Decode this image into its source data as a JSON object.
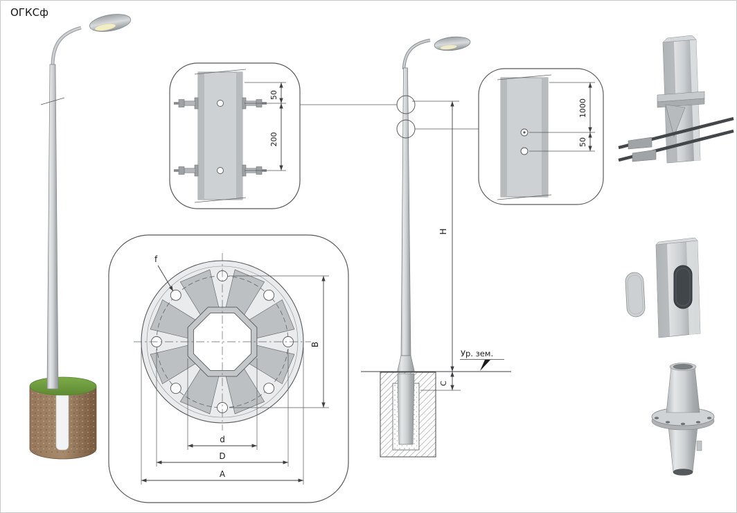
{
  "title": "ОГКСф",
  "colors": {
    "line": "#444444",
    "metal_light": "#e8eaec",
    "metal_mid": "#c2c6c8",
    "metal_dark": "#8f9497",
    "grass": "#6f9c3f",
    "soil": "#8a6a50",
    "opening_dark": "#3c4146"
  },
  "detail_bolt_section": {
    "dim_top": "50",
    "dim_between": "200"
  },
  "detail_hole_section": {
    "dim_top": "1000",
    "dim_between": "50"
  },
  "flange_view": {
    "hole_label": "f",
    "dim_vertical": "B",
    "dim_inner": "d",
    "dim_bolt_circle": "D",
    "dim_outer": "A"
  },
  "elevation_view": {
    "dim_height": "H",
    "dim_embed": "C",
    "ground_label": "Ур. зем."
  }
}
